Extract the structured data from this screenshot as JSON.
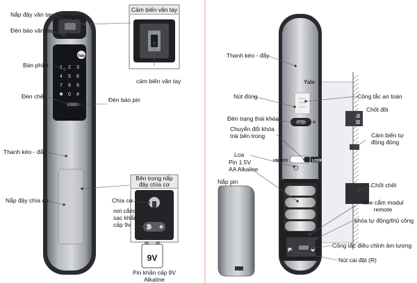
{
  "left": {
    "labels": {
      "fingerprint_cover": "Nắp đậy vân tay",
      "fingerprint_light": "Đèn báo vân tay",
      "keypad": "Bàn phím",
      "deadbolt_light": "Đèn chết",
      "battery_light": "Đèn báo pin",
      "handle": "Thanh kéo - đẩy",
      "key_cover": "Nắp đậy chìa cơ",
      "mech_key": "Chìa cơ",
      "emergency_port": "nơi cắm sạc khẩn cấp 9v",
      "emergency_battery": "Pin khẩn cấp 9V Alkaline",
      "battery_label": "9V"
    },
    "inset_top": {
      "title": "Cảm biến vân tay",
      "caption": "cảm biến vân tay"
    },
    "inset_bottom": {
      "title": "Bên trong nắp đậy chìa cơ"
    },
    "device": {
      "brand": "Yale",
      "keys": [
        "1",
        "2",
        "3",
        "4",
        "5",
        "6",
        "7",
        "8",
        "9",
        "✱",
        "0",
        "#"
      ]
    }
  },
  "right": {
    "labels": {
      "handle": "Thanh kéo - đẩy",
      "close_button": "Nút đóng",
      "lock_status_light": "Đèn trạng thái khóa",
      "inner_lock_switch": "Chuyển đổi khóa trái bên trong",
      "speaker": "Loa",
      "battery": "Pin 1.5V AA Alkaline",
      "battery_cover": "Nắp pin",
      "safety_switch": "Công tắc an toàn",
      "double_latch": "Chốt đôi",
      "auto_close_sensor": "Cảm biến tự động đóng",
      "deadbolt": "Chốt chết",
      "remote_slot": "Khe cắm modul remote",
      "auto_manual_lock": "khóa tự động/thủ công",
      "volume_switch": "Công tắc điều chỉnh âm lượng",
      "reset_button": "Nút cài đặt (R)"
    },
    "device": {
      "brand": "Yale",
      "unlock": "UNLOCK",
      "lock": "LOCK"
    }
  }
}
